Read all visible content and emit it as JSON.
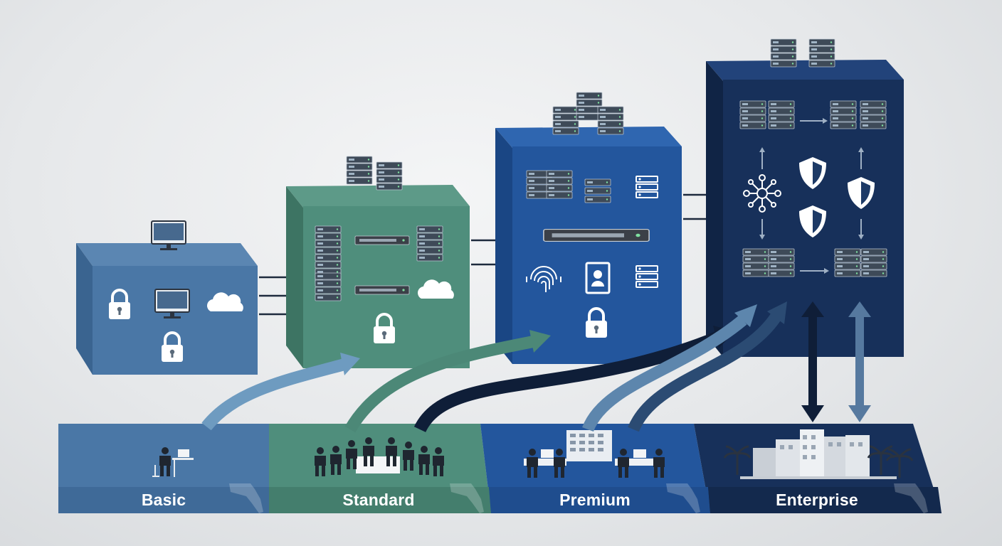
{
  "tiers": [
    {
      "name": "Basic",
      "color": "#4a77a6"
    },
    {
      "name": "Standard",
      "color": "#4f8e7c"
    },
    {
      "name": "Premium",
      "color": "#23569d"
    },
    {
      "name": "Enterprise",
      "color": "#17305a"
    }
  ],
  "icons": {
    "basic": [
      "monitor-icon",
      "lock-icon",
      "monitor-icon",
      "cloud-icon",
      "lock-icon"
    ],
    "standard": [
      "server-rack-icon",
      "network-switch-icon",
      "cloud-icon",
      "lock-icon"
    ],
    "premium": [
      "server-rack-icon",
      "network-switch-icon",
      "fingerprint-icon",
      "id-badge-icon",
      "lock-icon"
    ],
    "enterprise": [
      "server-rack-icon",
      "network-hub-icon",
      "shield-icon"
    ]
  },
  "colors": {
    "background": "#e6e8ea",
    "arrow_dark": "#0f1e38"
  }
}
